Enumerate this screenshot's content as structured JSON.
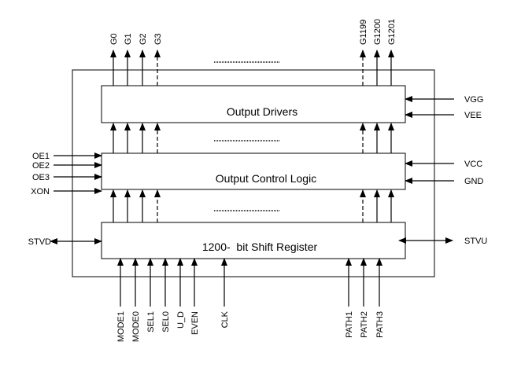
{
  "blocks": {
    "output_drivers": "Output Drivers",
    "output_control_logic": "Output Control Logic",
    "shift_register": "1200-  bit Shift Register"
  },
  "top_outputs": [
    {
      "label": "G0",
      "dashed": false
    },
    {
      "label": "G1",
      "dashed": false
    },
    {
      "label": "G2",
      "dashed": false
    },
    {
      "label": "G3",
      "dashed": true
    },
    {
      "label": "G1199",
      "dashed": true
    },
    {
      "label": "G1200",
      "dashed": false
    },
    {
      "label": "G1201",
      "dashed": false
    }
  ],
  "left_inputs": [
    "OE1",
    "OE2",
    "OE3",
    "XON"
  ],
  "left_bidir": "STVD",
  "right_inputs": [
    "VGG",
    "VEE",
    "VCC",
    "GND"
  ],
  "right_bidir": "STVU",
  "bottom_inputs": [
    "MODE1",
    "MODE0",
    "SEL1",
    "SEL0",
    "U_D",
    "EVEN",
    "CLK",
    "PATH1",
    "PATH2",
    "PATH3"
  ]
}
